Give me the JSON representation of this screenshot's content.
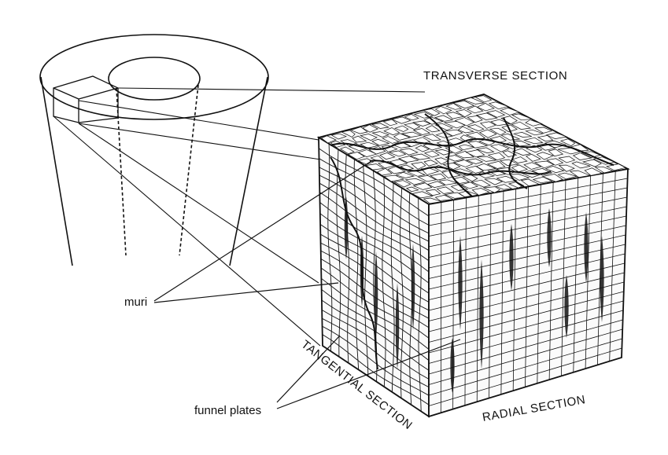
{
  "labels": {
    "transverse": "TRANSVERSE SECTION",
    "tangential": "TANGENTIAL SECTION",
    "radial": "RADIAL SECTION",
    "muri": "muri",
    "funnel": "funnel plates"
  },
  "colors": {
    "ink": "#111111",
    "background": "#ffffff"
  }
}
